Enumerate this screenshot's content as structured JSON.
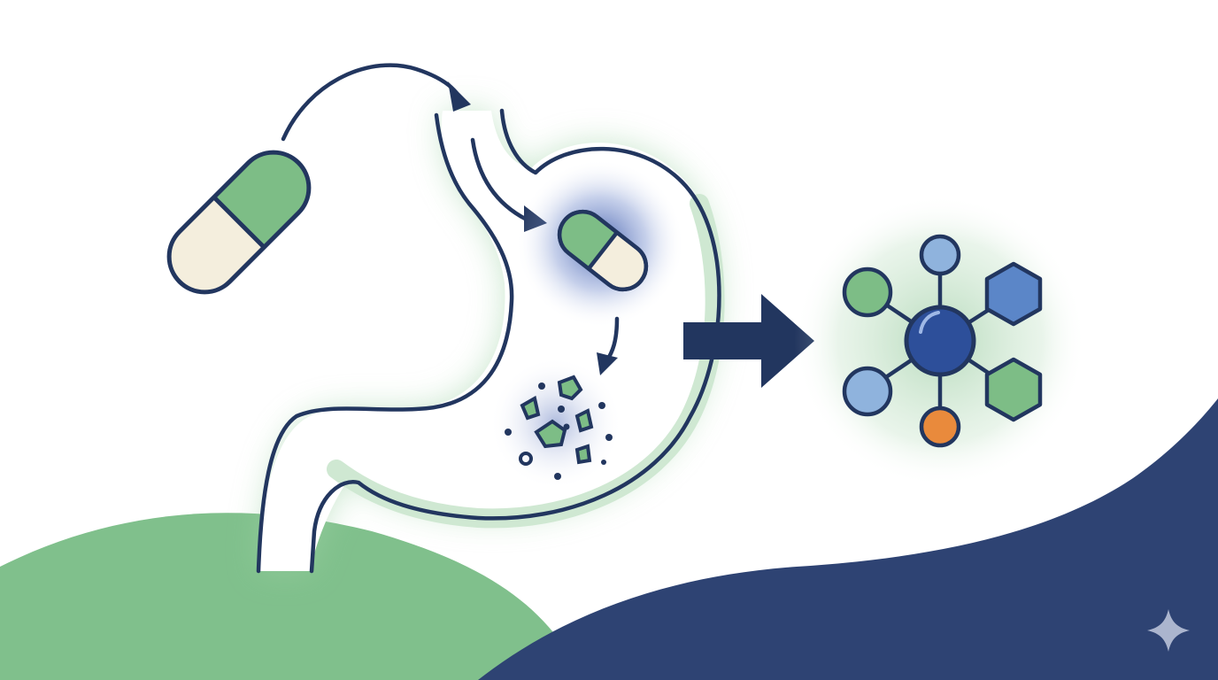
{
  "diagram": {
    "stages": [
      {
        "id": "swallow",
        "icon": "capsule-icon"
      },
      {
        "id": "stomach",
        "icon": "stomach-icon"
      },
      {
        "id": "dissolve",
        "icon": "dissolving-particles-icon"
      },
      {
        "id": "absorb",
        "icon": "molecule-network-icon"
      }
    ],
    "colors": {
      "navy": "#22365f",
      "green": "#7dbd86",
      "green_light": "#cde7cf",
      "cream": "#f4eedd",
      "blue_node": "#5b86c8",
      "blue_light": "#8fb3dd",
      "orange": "#e98a3c",
      "dark_wave": "#2e4373"
    }
  }
}
